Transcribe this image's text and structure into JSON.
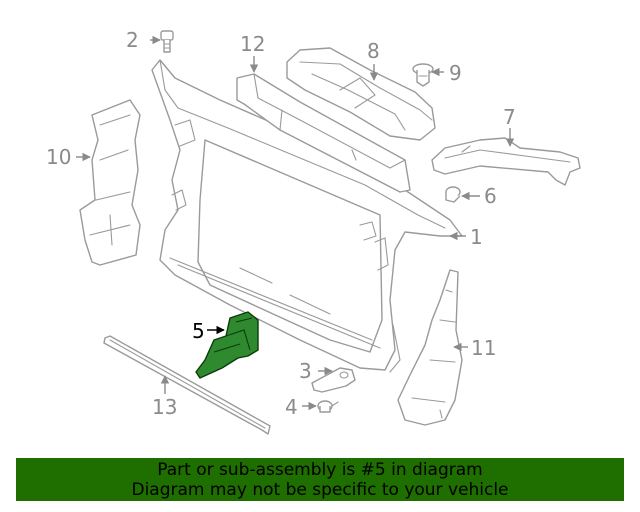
{
  "diagram": {
    "callouts": {
      "c1": "1",
      "c2": "2",
      "c3": "3",
      "c4": "4",
      "c5": "5",
      "c6": "6",
      "c7": "7",
      "c8": "8",
      "c9": "9",
      "c10": "10",
      "c11": "11",
      "c12": "12",
      "c13": "13"
    },
    "highlighted_part": "5",
    "colors": {
      "line_art": "#9a9a9a",
      "highlight_fill": "#2f8a2f",
      "banner_bg": "#1e6e00"
    }
  },
  "banner": {
    "line1": "Part or sub-assembly is #5 in diagram",
    "line2": "Diagram may not be specific to your vehicle"
  }
}
